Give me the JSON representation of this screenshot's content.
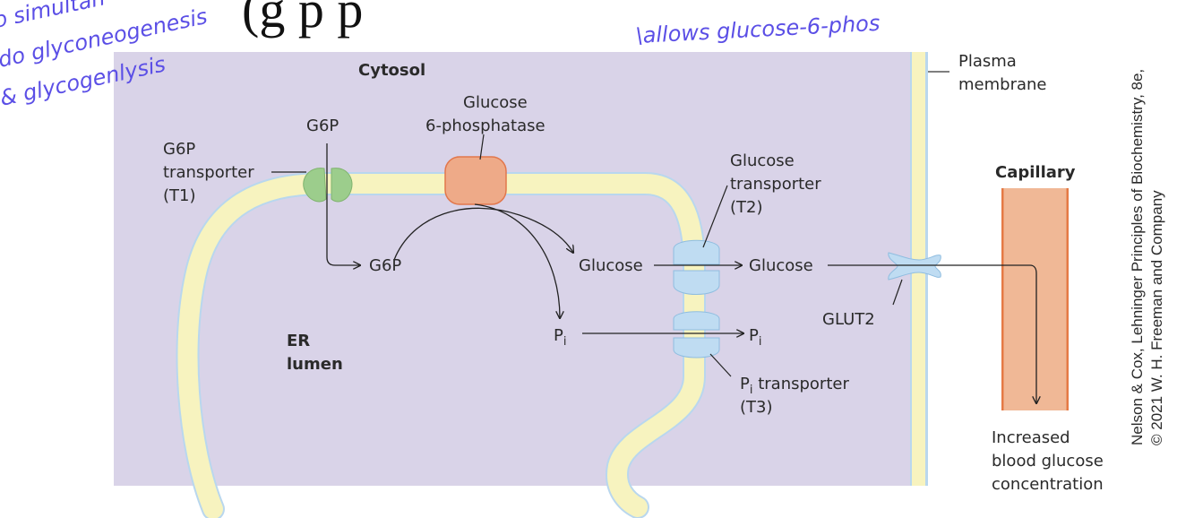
{
  "title_fragment": "(g        p  p",
  "handwritten_notes": {
    "line1": "o simultan",
    "line2": "do  glyconeogenesis",
    "line3": "& glycogenlysis",
    "line4": "\\allows   glucose-6-phos"
  },
  "labels": {
    "cytosol": "Cytosol",
    "plasma_membrane_1": "Plasma",
    "plasma_membrane_2": "membrane",
    "g6p_top": "G6P",
    "g6p_transporter_1": "G6P",
    "g6p_transporter_2": "transporter",
    "g6p_transporter_3": "(T1)",
    "phosphatase_1": "Glucose",
    "phosphatase_2": "6-phosphatase",
    "glucose_transporter_1": "Glucose",
    "glucose_transporter_2": "transporter",
    "glucose_transporter_3": "(T2)",
    "capillary": "Capillary",
    "g6p_lumen": "G6P",
    "glucose_lumen": "Glucose",
    "glucose_cytosol": "Glucose",
    "pi_letter": "P",
    "pi_sub": "i",
    "glut2": "GLUT2",
    "er_lumen_1": "ER",
    "er_lumen_2": "lumen",
    "pi_transporter_main": " transporter",
    "pi_transporter_3": "(T3)",
    "increased_1": "Increased",
    "increased_2": "blood glucose",
    "increased_3": "concentration"
  },
  "credit": {
    "line1": "Nelson & Cox, Lehninger Principles of Biochemistry, 8e,",
    "line2": "© 2021 W. H. Freeman and Company"
  },
  "colors": {
    "cytosol": "#d9d3e8",
    "membrane": "#f7f3bf",
    "membrane_edge": "#b9d7ee",
    "transporter_green": "#9ccd8c",
    "phosphatase": "#eeaa88",
    "transporter_blue": "#bfdcf2",
    "capillary": "#f0b896",
    "handwriting": "#5b4fe6"
  }
}
